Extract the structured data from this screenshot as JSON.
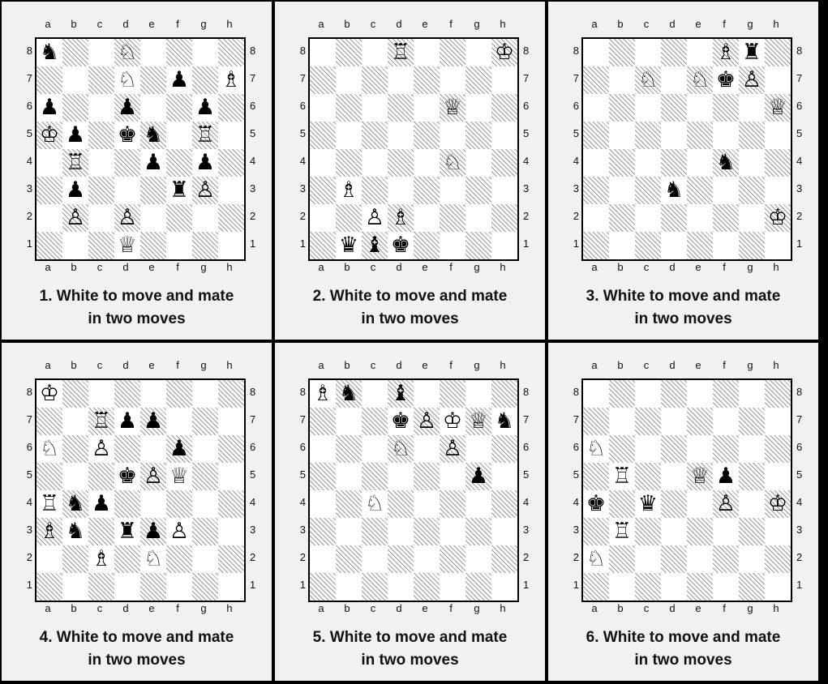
{
  "files": [
    "a",
    "b",
    "c",
    "d",
    "e",
    "f",
    "g",
    "h"
  ],
  "ranks": [
    "8",
    "7",
    "6",
    "5",
    "4",
    "3",
    "2",
    "1"
  ],
  "piece_glyphs": {
    "K": "♔",
    "Q": "♕",
    "R": "♖",
    "B": "♗",
    "N": "♘",
    "P": "♙",
    "k": "♚",
    "q": "♛",
    "r": "♜",
    "b": "♝",
    "n": "♞",
    "p": "♟"
  },
  "piece_names": {
    "K": "white-king",
    "Q": "white-queen",
    "R": "white-rook",
    "B": "white-bishop",
    "N": "white-knight",
    "P": "white-pawn",
    "k": "black-king",
    "q": "black-queen",
    "r": "black-rook",
    "b": "black-bishop",
    "n": "black-knight",
    "p": "black-pawn"
  },
  "puzzles": [
    {
      "caption_line1": "1. White to move and mate",
      "caption_line2": "in two moves",
      "position": [
        "n2N4",
        "3N1p1B",
        "p2p2p1",
        "Kp1kn1R1",
        "1R2p1p1",
        "1p3rP1",
        "1P1P4",
        "3Q4"
      ]
    },
    {
      "caption_line1": "2. White to move and mate",
      "caption_line2": "in two moves",
      "position": [
        "3R3K",
        "8",
        "5Q2",
        "8",
        "5N2",
        "1B6",
        "2PB4",
        "1qbk4"
      ]
    },
    {
      "caption_line1": "3. White to move and mate",
      "caption_line2": "in two moves",
      "position": [
        "5Br1",
        "2N1NkP1",
        "7Q",
        "8",
        "5n2",
        "3n4",
        "7K",
        "8"
      ]
    },
    {
      "caption_line1": "4. White to move and mate",
      "caption_line2": "in two moves",
      "position": [
        "K7",
        "2Rpp3",
        "N1P2p2",
        "3kPQ2",
        "Rnp5",
        "Bn1rpP2",
        "2B1N3",
        "8"
      ]
    },
    {
      "caption_line1": "5. White to move and mate",
      "caption_line2": "in two moves",
      "position": [
        "Bn1b4",
        "3kPKQn",
        "3N1P2",
        "6p1",
        "2N5",
        "8",
        "8",
        "8"
      ]
    },
    {
      "caption_line1": "6. White to move and mate",
      "caption_line2": "in two moves",
      "position": [
        "8",
        "8",
        "N7",
        "1R2Qp2",
        "k1q2P1K",
        "1R6",
        "N7",
        "8"
      ]
    }
  ]
}
